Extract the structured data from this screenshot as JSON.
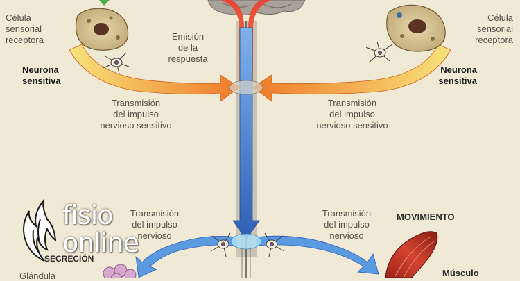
{
  "labels": {
    "cell_left": [
      "Célula",
      "sensorial",
      "receptora"
    ],
    "cell_right": [
      "Célula",
      "sensorial",
      "receptora"
    ],
    "response": [
      "Emisión",
      "de la",
      "respuesta"
    ],
    "neuron_left": [
      "Neurona",
      "sensitiva"
    ],
    "neuron_right": [
      "Neurona",
      "sensitiva"
    ],
    "transmission_sens_left": [
      "Transmisión",
      "del impulso",
      "nervioso sensitivo"
    ],
    "transmission_sens_right": [
      "Transmisión",
      "del impulso",
      "nervioso sensitivo"
    ],
    "transmission_motor_left": [
      "Transmisión",
      "del impulso",
      "nervioso"
    ],
    "transmission_motor_right": [
      "Transmisión",
      "del impulso",
      "nervioso"
    ],
    "movement": "MOVIMIENTO",
    "secretion": "SECRECIÓN",
    "muscle": "Músculo",
    "gland": "Glándula"
  },
  "logo": {
    "line1": "fisio",
    "line2": "online"
  },
  "colors": {
    "background": "#efe9d5",
    "sensory_arrow_start": "#f6e27a",
    "sensory_arrow_end": "#f07a2a",
    "ascending": "#e8453a",
    "descending": "#3a6fc4",
    "motor_arrow": "#5a9ae0",
    "muscle": "#c0392b",
    "cell": "#d9c79a"
  }
}
